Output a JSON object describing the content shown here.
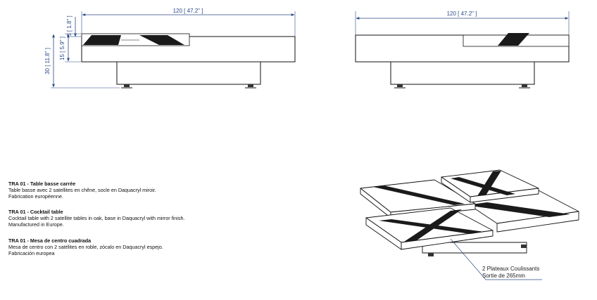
{
  "dimensions": {
    "width_left": "120 [ 47.2\" ]",
    "width_right": "120 [ 47.2\" ]",
    "satellite_height": "5 [ 1.8\" ]",
    "top_height": "15 [ 5.9\" ]",
    "total_height": "30 [ 11.8\" ]"
  },
  "descriptions": [
    {
      "title": "TRA 01 - Table basse carrée",
      "line1": "Table basse avec 2 satellites en chêne, socle en Daquacryl miroir.",
      "line2": "Fabrication européenne."
    },
    {
      "title": "TRA 01 - Cocktail table",
      "line1": "Cocktail table with 2 satellite tables in oak, base in Daquacryl with mirror finish.",
      "line2": "Manufactured in Europe."
    },
    {
      "title": "TRA 01 - Mesa de centro cuadrada",
      "line1": "Mesa de centro con 2 satélites en roble, zócalo en Daquacryl espejo.",
      "line2": "Fabricación europea"
    }
  ],
  "annotation": {
    "line1": "2 Plateaux Coulissants",
    "line2": "Sortie de 265mm"
  },
  "colors": {
    "dimension": "#2b4a8a",
    "outline": "#111111",
    "dark_stripe": "#1a1a1a"
  }
}
